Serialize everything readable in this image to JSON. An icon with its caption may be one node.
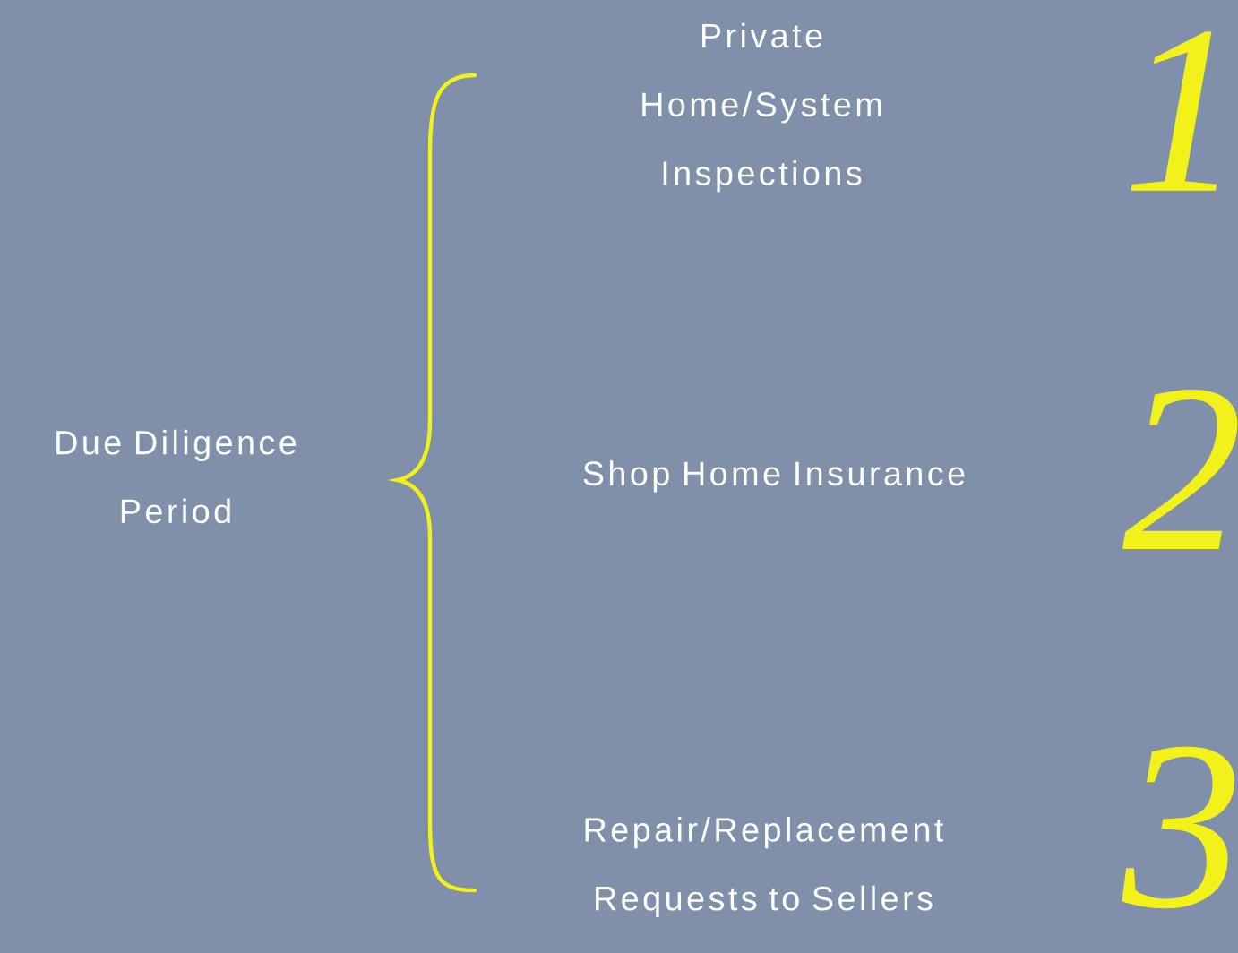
{
  "diagram": {
    "labels": [
      "Private Home/System Inspections",
      "1",
      "Due Diligence Period",
      "Shop Home Insurance",
      "2",
      "Repair/Replacement Requests to Sellers",
      "3"
    ]
  }
}
